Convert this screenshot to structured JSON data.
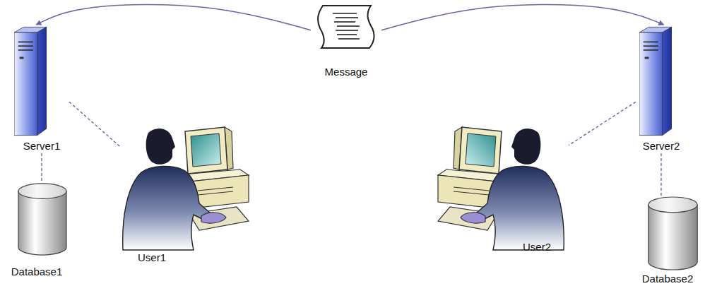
{
  "diagram": {
    "nodes": [
      {
        "text": [
          "Message"
        ]
      },
      {
        "text": [
          "Server1"
        ]
      },
      {
        "text": [
          "Server2"
        ]
      },
      {
        "text": [
          "User1"
        ]
      },
      {
        "text": [
          "User2"
        ]
      },
      {
        "text": [
          "Database1"
        ]
      },
      {
        "text": [
          "Database2"
        ]
      }
    ],
    "edges": [
      {
        "from": 0,
        "to": 1,
        "arrow": "to"
      },
      {
        "from": 0,
        "to": 2,
        "arrow": "to"
      },
      {
        "from": 1,
        "to": 3,
        "arrow": "none"
      },
      {
        "from": 1,
        "to": 5,
        "arrow": "none"
      },
      {
        "from": 2,
        "to": 4,
        "arrow": "none"
      },
      {
        "from": 2,
        "to": 6,
        "arrow": "none"
      }
    ]
  }
}
